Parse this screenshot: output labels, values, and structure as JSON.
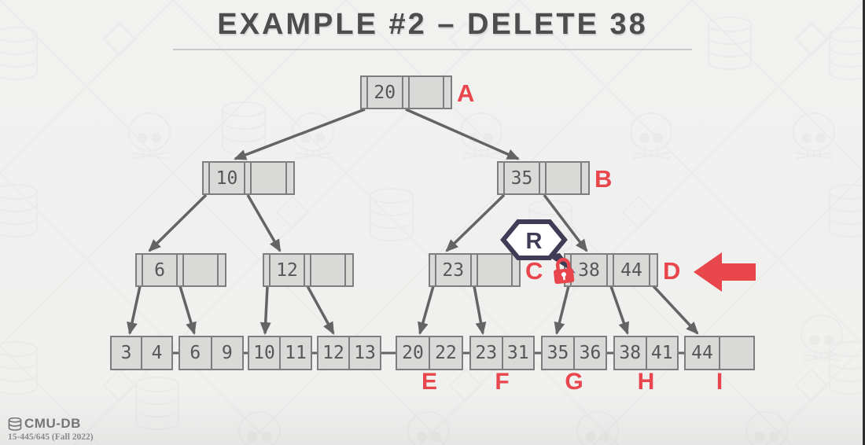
{
  "title": "EXAMPLE #2 – DELETE 38",
  "tree": {
    "inner_nodes": [
      {
        "id": "root",
        "keys": [
          "20",
          ""
        ],
        "label": "A"
      },
      {
        "id": "inner-10",
        "keys": [
          "10",
          ""
        ],
        "label": ""
      },
      {
        "id": "inner-35",
        "keys": [
          "35",
          ""
        ],
        "label": "B"
      },
      {
        "id": "inner-6",
        "keys": [
          "6",
          ""
        ],
        "label": ""
      },
      {
        "id": "inner-12",
        "keys": [
          "12",
          ""
        ],
        "label": ""
      },
      {
        "id": "inner-23",
        "keys": [
          "23",
          ""
        ],
        "label": "C"
      },
      {
        "id": "inner-38-44",
        "keys": [
          "38",
          "44"
        ],
        "label": "D"
      }
    ],
    "leaf_nodes": [
      {
        "values": [
          "3",
          "4"
        ],
        "label": ""
      },
      {
        "values": [
          "6",
          "9"
        ],
        "label": ""
      },
      {
        "values": [
          "10",
          "11"
        ],
        "label": ""
      },
      {
        "values": [
          "12",
          "13"
        ],
        "label": ""
      },
      {
        "values": [
          "20",
          "22"
        ],
        "label": "E"
      },
      {
        "values": [
          "23",
          "31"
        ],
        "label": "F"
      },
      {
        "values": [
          "35",
          "36"
        ],
        "label": "G"
      },
      {
        "values": [
          "38",
          "41"
        ],
        "label": "H"
      },
      {
        "values": [
          "44",
          ""
        ],
        "label": "I"
      }
    ]
  },
  "annotations": {
    "latch_label": "R",
    "lock_icon": "red-padlock",
    "cursor_icon": "red-left-block-arrow"
  },
  "footer": {
    "logo_text": "CMU-DB",
    "course_text": "15-445/645 (Fall 2022)"
  },
  "colors": {
    "accent_red": "#e8464c",
    "badge_navy": "#3f3d56",
    "node_fill": "#d9d9d8",
    "node_border": "#7e7e7e",
    "edge_gray": "#646464",
    "title_gray": "#4d4d4d",
    "background": "#f0f0ef"
  }
}
